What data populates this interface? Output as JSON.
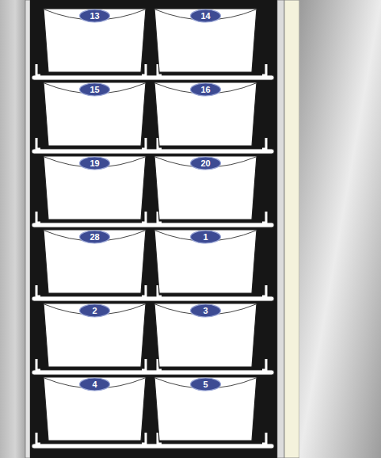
{
  "diagram": {
    "nodes": [
      {
        "text": [
          "13"
        ]
      },
      {
        "text": [
          "14"
        ]
      },
      {
        "text": [
          "15"
        ]
      },
      {
        "text": [
          "16"
        ]
      },
      {
        "text": [
          "19"
        ]
      },
      {
        "text": [
          "20"
        ]
      },
      {
        "text": [
          "28"
        ]
      },
      {
        "text": [
          "1"
        ]
      },
      {
        "text": [
          "2"
        ]
      },
      {
        "text": [
          "3"
        ]
      },
      {
        "text": [
          "4"
        ]
      },
      {
        "text": [
          "5"
        ]
      }
    ]
  }
}
